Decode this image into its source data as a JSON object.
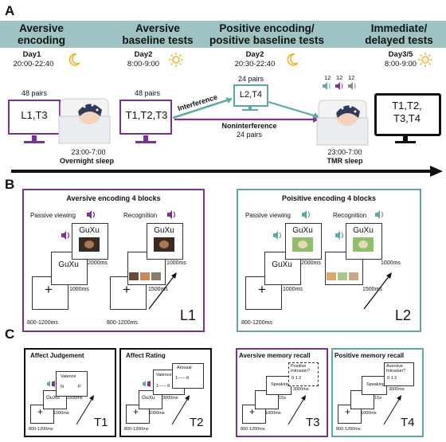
{
  "panels": {
    "a": "A",
    "b": "B",
    "c": "C"
  },
  "timeline": {
    "stages": [
      {
        "title": "Aversive\nencoding",
        "day": "Day1",
        "time": "20:00-22:40"
      },
      {
        "title": "Aversive\nbaseline tests",
        "day": "Day2",
        "time": "8:00-9:00"
      },
      {
        "title": "Positive encoding/\npositive baseline tests",
        "day": "Day2",
        "time": "20:30-22:40"
      },
      {
        "title": "Immediate/\ndelayed tests",
        "day": "Day3/5",
        "time": "8:00-9:00"
      }
    ],
    "monitor1": {
      "count": "48 pairs",
      "text": "L1,T3"
    },
    "monitor2": {
      "count": "48 pairs",
      "text": "T1,T2,T3"
    },
    "monitor3": {
      "count": "24 pairs",
      "text": "L2,T4"
    },
    "monitor4": {
      "text": "T1,T2,\nT3,T4"
    },
    "interference": "Interference",
    "noninterference": "Noninterference",
    "noninterference_pairs": "24 pairs",
    "sleep1": {
      "time": "23:00-7:00",
      "label": "Overnight sleep"
    },
    "sleep2": {
      "time": "23:00-7:00",
      "label": "TMR sleep"
    },
    "cue_counts": [
      "12",
      "12",
      "12"
    ],
    "colors": {
      "aversive": "#7b3296",
      "positive": "#5fa8a4",
      "banner": "#9fc3c3",
      "moon": "#f0b429"
    }
  },
  "panel_b": {
    "aversive": {
      "title": "Aversive encoding 4 blocks",
      "passive": "Passive viewing",
      "recognition": "Recognition",
      "word": "GuXu",
      "word2": "GuXu",
      "word3": "GuXu",
      "t2000": "2000ms",
      "t1000a": "1000ms",
      "t1000b": "1000ms",
      "t1500": "1500ms",
      "fix1": "800-1200ms",
      "fix2": "800-1200ms",
      "label": "L1"
    },
    "positive": {
      "title": "Poisitive encoding 4 blocks",
      "passive": "Passive viewing",
      "recognition": "Recognition",
      "word": "GuXu",
      "word2": "GuXu",
      "word3": "GuXu",
      "t2000": "2000ms",
      "t1000a": "1000ms",
      "t1000b": "1000ms",
      "t1500": "1500ms",
      "fix1": "800-1200ms",
      "label": "L2"
    }
  },
  "panel_c": {
    "t1": {
      "title": "Affect Judgement",
      "screen": "Valence",
      "n": "N",
      "p": "P",
      "t1500": "1500ms",
      "word": "GuXu",
      "t1000": "1000ms",
      "fix": "800-1200ms",
      "label": "T1"
    },
    "t2": {
      "title": "Affect Rating",
      "valence": "Valence",
      "vscale": "1------9",
      "arousal": "Arousal",
      "ascale": "1------9",
      "t3000": "3000ms",
      "word": "GuXu",
      "t1000": "1000ms",
      "fix": "800-1200ms",
      "label": "T2"
    },
    "t3": {
      "title": "Aversive memory recall",
      "q": "Positive\nIntrusion?",
      "scale": "0   1   2",
      "speaking": "Speaking",
      "t15": "15s",
      "t3000": "3000ms",
      "t1000": "1000ms",
      "fix": "800-1200ms",
      "label": "T3"
    },
    "t4": {
      "title": "Positive memory recall",
      "q": "Aversive\nIntrusion?",
      "scale": "0   1   2",
      "speaking": "Speaking",
      "t15": "15s",
      "t3000": "3000ms",
      "t1000": "1000ms",
      "fix": "800-1200ms",
      "label": "T4"
    }
  }
}
